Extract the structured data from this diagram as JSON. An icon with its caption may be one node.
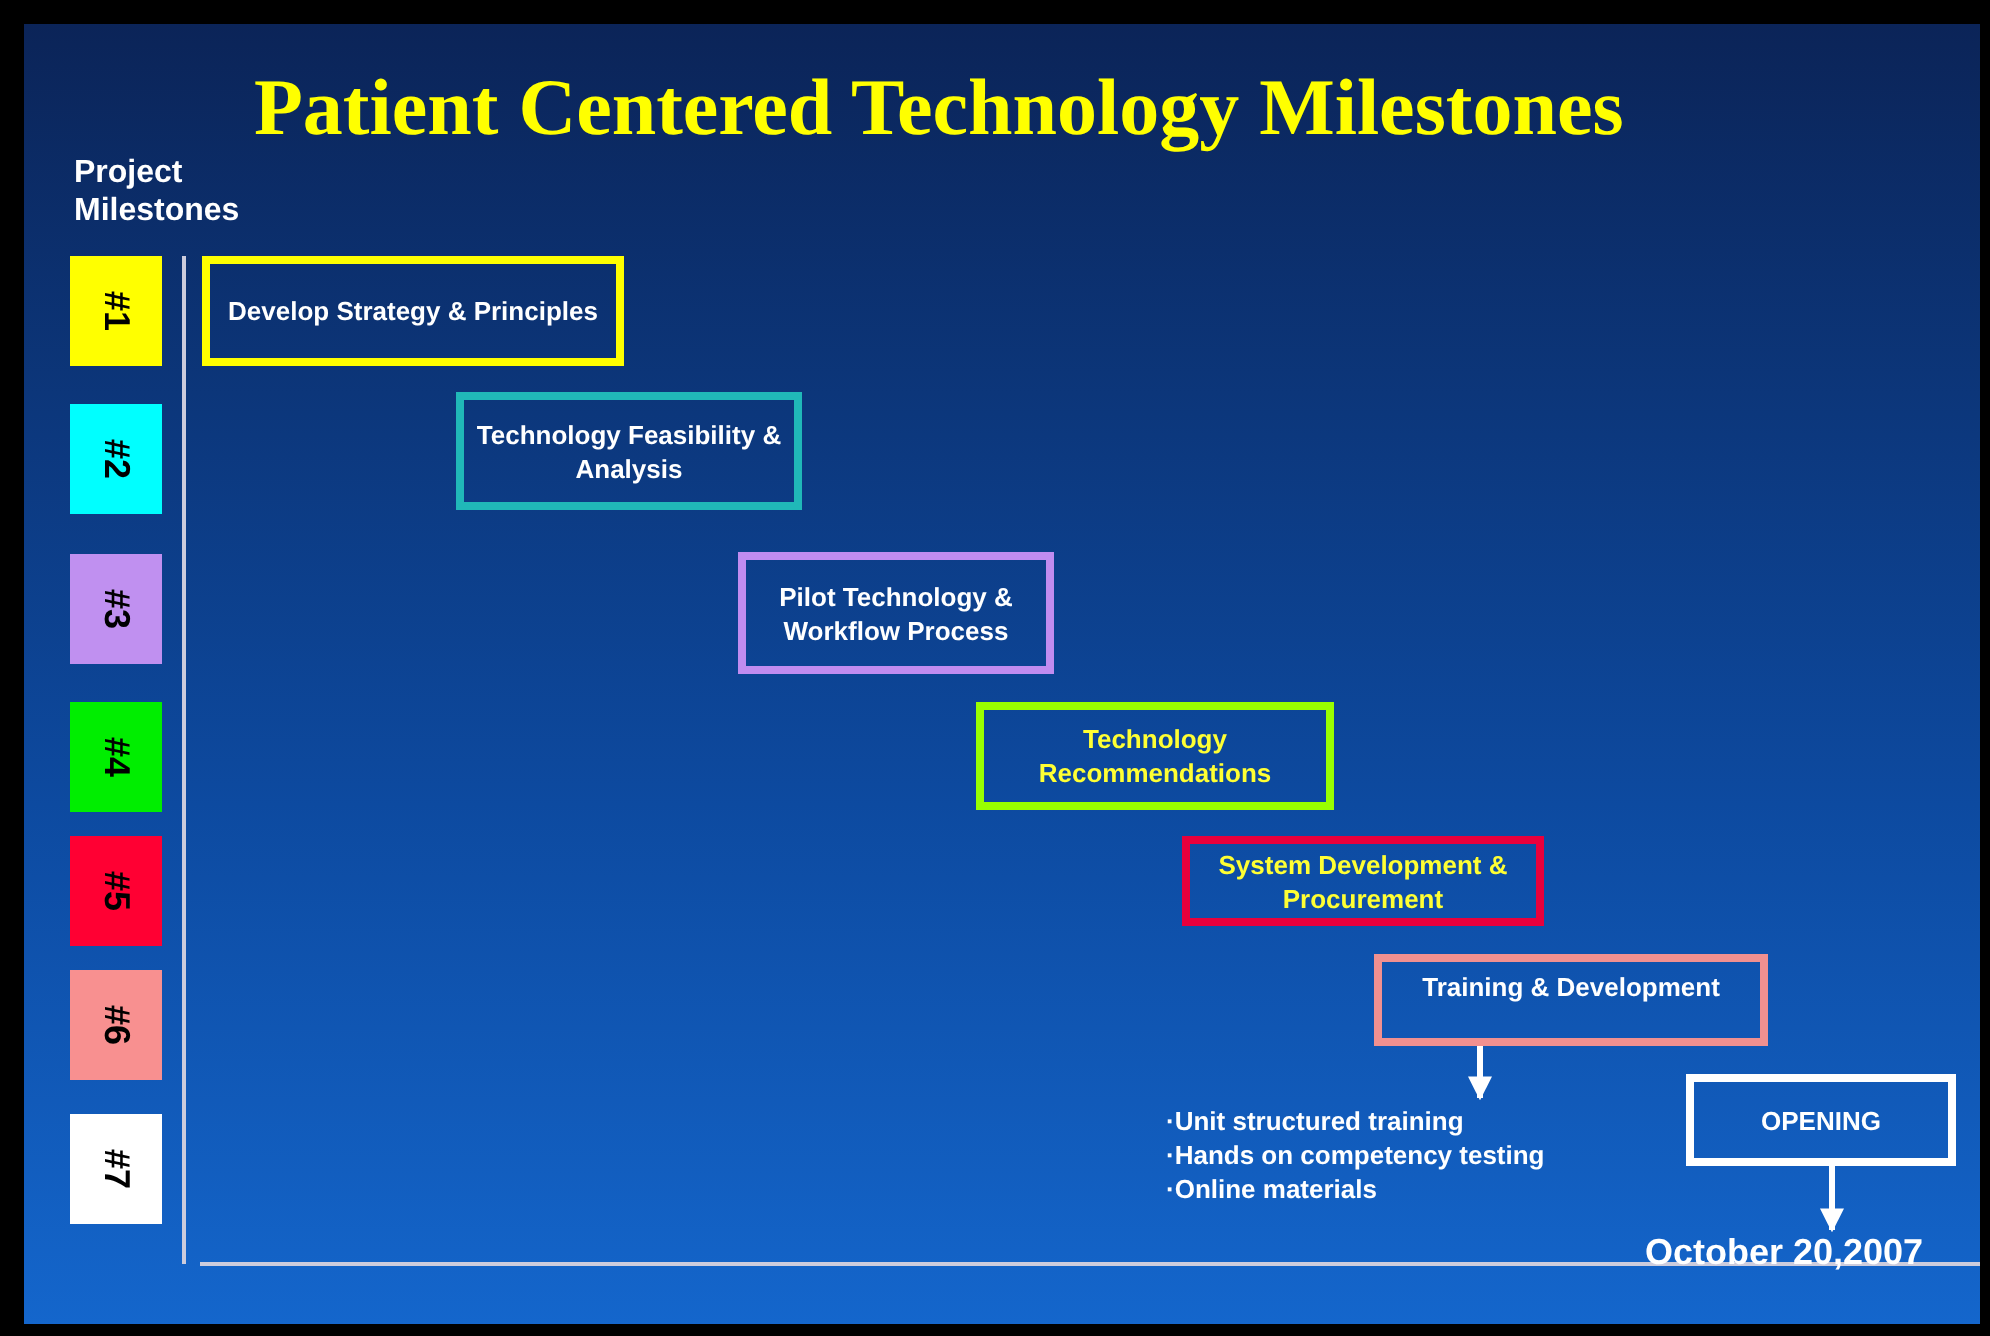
{
  "diagram": {
    "title": "Patient Centered Technology Milestones",
    "nodes": [
      {
        "text": [
          "#1"
        ]
      },
      {
        "text": [
          "#2"
        ]
      },
      {
        "text": [
          "#3"
        ]
      },
      {
        "text": [
          "#4"
        ]
      },
      {
        "text": [
          "#5"
        ]
      },
      {
        "text": [
          "#6"
        ]
      },
      {
        "text": [
          "#7"
        ]
      },
      {
        "text": [
          "Develop Strategy & Principles"
        ]
      },
      {
        "text": [
          "Technology Feasibility & Analysis"
        ]
      },
      {
        "text": [
          "Pilot Technology & Workflow Process"
        ]
      },
      {
        "text": [
          "Technology Recommendations"
        ]
      },
      {
        "text": [
          "System Development & Procurement"
        ]
      },
      {
        "text": [
          "Training & Development"
        ]
      },
      {
        "text": [
          "·Unit structured training",
          "·Hands on competency testing",
          "·Online materials"
        ]
      },
      {
        "text": [
          "OPENING"
        ]
      },
      {
        "text": [
          "October 20,2007"
        ]
      }
    ],
    "edges": [
      {
        "from": 12,
        "to": 13,
        "arrow": "to"
      },
      {
        "from": 14,
        "to": 15,
        "arrow": "to"
      }
    ],
    "labels": [
      "Project Milestones"
    ]
  }
}
